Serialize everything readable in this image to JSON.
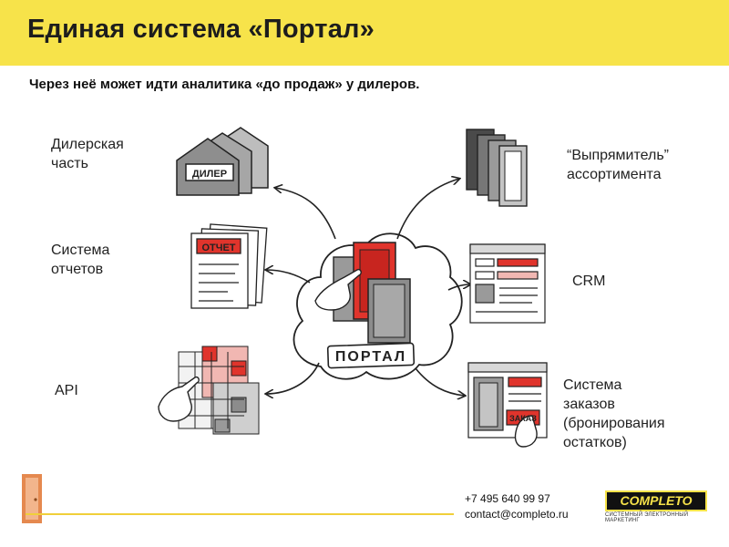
{
  "header": {
    "title": "Единая система «Портал»",
    "subtitle": "Через неё может идти аналитика «до продаж» у дилеров."
  },
  "diagram": {
    "center_label": "ПОРТАЛ",
    "left": [
      {
        "label": "Дилерская\nчасть",
        "sign": "ДИЛЕР"
      },
      {
        "label": "Система\nотчетов",
        "sign": "ОТЧЕТ"
      },
      {
        "label": "API"
      }
    ],
    "right": [
      {
        "label": "“Выпрямитель”\nассортимента"
      },
      {
        "label": "CRM"
      },
      {
        "label": "Система\nзаказов\n(бронирования\nостатков)",
        "sign": "ЗАКАЗ"
      }
    ]
  },
  "footer": {
    "phone": "+7 495 640 99 97",
    "email": "contact@completo.ru",
    "brand": "COMPLETO",
    "tagline": "СИСТЕМНЫЙ ЭЛЕКТРОННЫЙ МАРКЕТИНГ"
  },
  "colors": {
    "header_bg": "#f7e34a",
    "accent_red": "#e0342c",
    "footer_line": "#f0cf3a",
    "door_orange": "#e5894f"
  }
}
